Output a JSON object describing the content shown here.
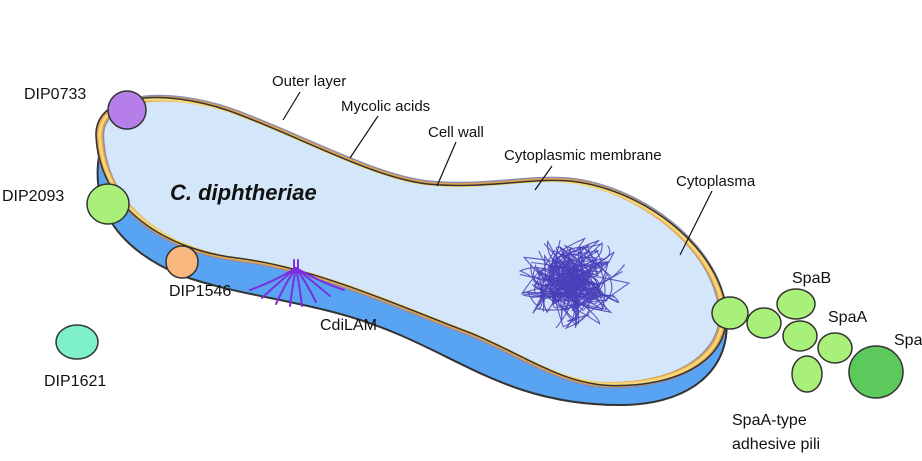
{
  "diagram": {
    "organism": "C. diphtheriae",
    "layers": {
      "outer_layer": "Outer layer",
      "mycolic_acids": "Mycolic acids",
      "cell_wall": "Cell wall",
      "cytoplasmic_membrane": "Cytoplasmic membrane",
      "cytoplasma": "Cytoplasma"
    },
    "surface_proteins": {
      "dip0733": "DIP0733",
      "dip2093": "DIP2093",
      "dip1546": "DIP1546",
      "dip1621": "DIP1621"
    },
    "glycolipid": "CdiLAM",
    "pili": {
      "spab": "SpaB",
      "spaa": "SpaA",
      "spac": "SpaC",
      "caption_line1": "SpaA-type",
      "caption_line2": "adhesive pili"
    },
    "colors": {
      "cell_body": "#58a4f2",
      "cytoplasm": "#d4e6f9",
      "outer_stroke": "#8a8fb0",
      "wall_stroke": "#e8a048",
      "membrane_stroke": "#f4d878",
      "nucleoid": "#4a3fb8",
      "dip0733": "#b57ee8",
      "dip2093": "#a9f07a",
      "dip1546": "#f8b880",
      "dip1621": "#7ef0cc",
      "cdilam": "#7a2fe0",
      "pilus_light": "#a9f07a",
      "pilus_dark": "#5cc95c"
    }
  }
}
